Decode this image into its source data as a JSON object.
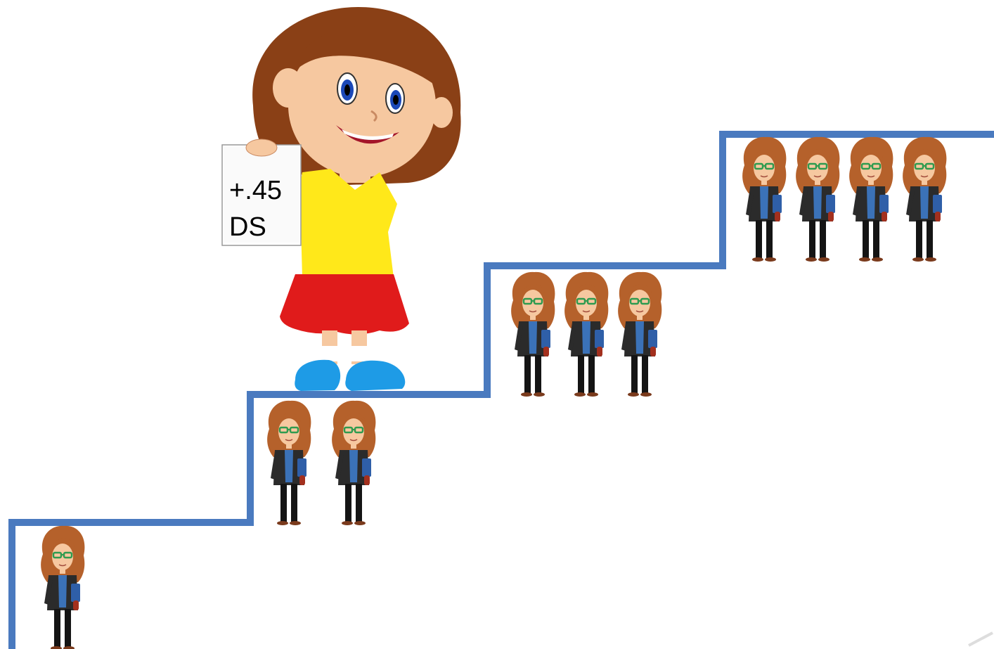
{
  "sign": {
    "line1": "+.45",
    "line2": "DS"
  },
  "steps": [
    {
      "name": "step-1",
      "teacher_count": 1
    },
    {
      "name": "step-2",
      "teacher_count": 2
    },
    {
      "name": "step-3",
      "teacher_count": 3
    },
    {
      "name": "step-4",
      "teacher_count": 4
    }
  ],
  "colors": {
    "staircase": "#4a7abf",
    "hair": "#8a4016",
    "skin": "#f6c8a0",
    "shirt": "#ffe81a",
    "skirt": "#e01b1b",
    "shoes": "#1e9be6",
    "teacher_hair": "#b5612b",
    "teacher_suit": "#1f1f1f",
    "teacher_shirt": "#3b72b8",
    "glasses": "#2f9b4f"
  }
}
